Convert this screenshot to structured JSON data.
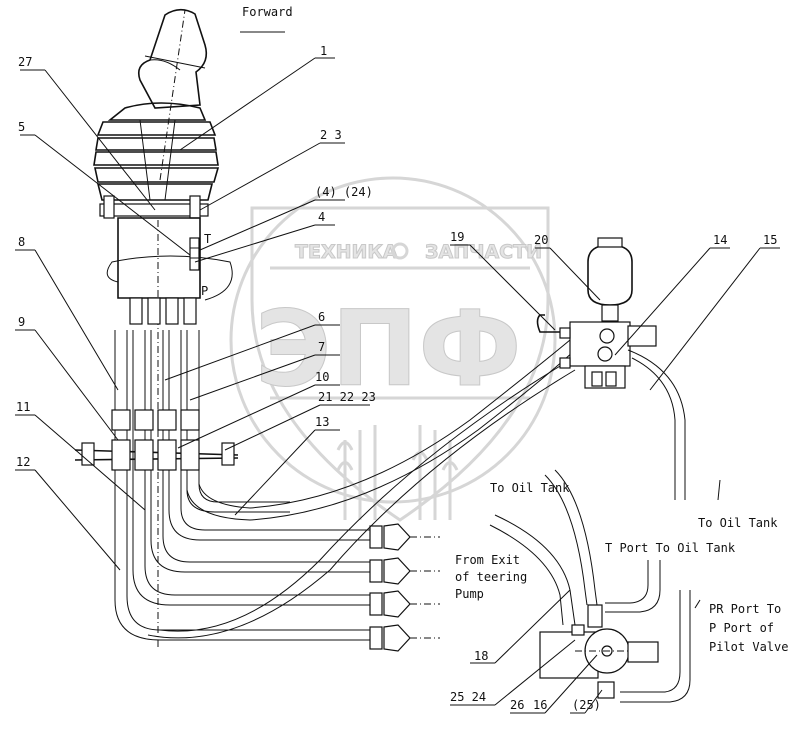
{
  "watermark": {
    "line1_left": "ТЕХНИКА",
    "line1_right": "ЗАПЧАСТИ",
    "line2": "ЭПФ"
  },
  "labels": {
    "forward": "Forward",
    "t_mark": "T",
    "p_mark": "P",
    "to_oil_tank_1": "To Oil Tank",
    "to_oil_tank_2": "To Oil Tank",
    "t_port": "T Port To Oil Tank",
    "from_exit_1": "From Exit",
    "from_exit_2": "of teering",
    "from_exit_3": "Pump",
    "pr_port_1": "PR Port To",
    "pr_port_2": "P Port of",
    "pr_port_3": "Pilot Valve"
  },
  "callouts": {
    "c1": "1",
    "c2_3": "2  3",
    "c4": "4",
    "c4_24": "(4) (24)",
    "c5": "5",
    "c6": "6",
    "c7": "7",
    "c8": "8",
    "c9": "9",
    "c10": "10",
    "c11": "11",
    "c12": "12",
    "c13": "13",
    "c14": "14",
    "c15": "15",
    "c16": "16",
    "c18": "18",
    "c19": "19",
    "c20": "20",
    "c21_23": "21 22 23",
    "c25_24": "25 24",
    "c26": "26",
    "c25p": "(25)",
    "c27": "27"
  },
  "colors": {
    "line": "#111111",
    "watermark": "#d6d6d6"
  }
}
